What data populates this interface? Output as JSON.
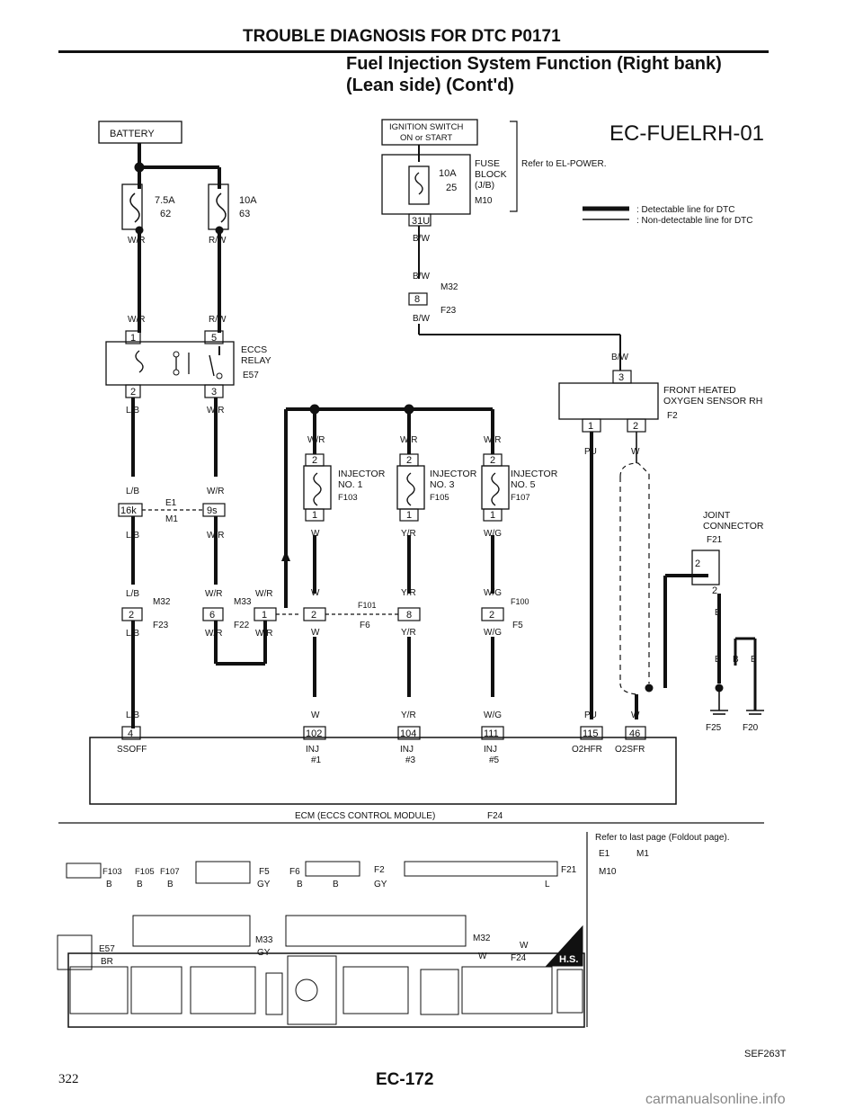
{
  "header": {
    "section_title": "TROUBLE DIAGNOSIS FOR DTC P0171",
    "subtitle_line1": "Fuel Injection System Function (Right bank)",
    "subtitle_line2": "(Lean side) (Cont'd)"
  },
  "diagram": {
    "code": "EC-FUELRH-01",
    "legend": {
      "detectable": ": Detectable line for DTC",
      "non_detectable": ": Non-detectable line for DTC"
    },
    "battery": "BATTERY",
    "ignition": {
      "line1": "IGNITION SWITCH",
      "line2": "ON or START"
    },
    "fuse_block": {
      "amp": "10A",
      "num": "25",
      "label1": "FUSE",
      "label2": "BLOCK",
      "label3": "(J/B)",
      "conn": "M10",
      "refer": "Refer to EL-POWER.",
      "pin": "31U"
    },
    "fuses": [
      {
        "amp": "7.5A",
        "num": "62"
      },
      {
        "amp": "10A",
        "num": "63"
      }
    ],
    "eccs_relay": {
      "line1": "ECCS",
      "line2": "RELAY",
      "conn": "E57"
    },
    "o2_sensor": {
      "line1": "FRONT HEATED",
      "line2": "OXYGEN SENSOR RH",
      "conn": "F2"
    },
    "injectors": [
      {
        "name": "INJECTOR",
        "no": "NO. 1",
        "conn": "F103"
      },
      {
        "name": "INJECTOR",
        "no": "NO. 3",
        "conn": "F105"
      },
      {
        "name": "INJECTOR",
        "no": "NO. 5",
        "conn": "F107"
      }
    ],
    "joint": {
      "line1": "JOINT",
      "line2": "CONNECTOR",
      "conn": "F21"
    },
    "wires": {
      "wr": "W/R",
      "rw": "R/W",
      "lb": "L/B",
      "bw": "B/W",
      "w": "W",
      "yr": "Y/R",
      "wg": "W/G",
      "pu": "PU",
      "b": "B"
    },
    "connectors": {
      "m32": "M32",
      "f23": "F23",
      "e1": "E1",
      "m1": "M1",
      "m33": "M33",
      "f22": "F22",
      "f101": "F101",
      "f6": "F6",
      "f100": "F100",
      "f5": "F5",
      "f25": "F25",
      "f20": "F20"
    },
    "pins": {
      "p1": "1",
      "p2": "2",
      "p3": "3",
      "p5": "5",
      "p6": "6",
      "p8": "8",
      "p16k": "16k",
      "p9s": "9s",
      "p4": "4",
      "p102": "102",
      "p104": "104",
      "p111": "111",
      "p115": "115",
      "p46": "46"
    },
    "ecm_terminals": {
      "ssoff": "SSOFF",
      "inj": "INJ",
      "n1": "#1",
      "n3": "#3",
      "n5": "#5",
      "o2hfr": "O2HFR",
      "o2sfr": "O2SFR"
    },
    "ecm_label": "ECM (ECCS CONTROL MODULE)",
    "ecm_conn": "F24",
    "foldout": {
      "text": "Refer to last page (Foldout page).",
      "e1": "E1",
      "m1": "M1",
      "m10": "M10"
    },
    "conn_views": {
      "b": "B",
      "gy": "GY",
      "l": "L",
      "br": "BR",
      "w": "W",
      "hs": "H.S.",
      "f103": "F103",
      "f105": "F105",
      "f107": "F107",
      "f5": "F5",
      "f6": "F6",
      "f2": "F2",
      "f21": "F21",
      "e57": "E57",
      "m33": "M33",
      "m32": "M32",
      "f24": "F24"
    }
  },
  "footer": {
    "ref": "SEF263T",
    "page_left": "322",
    "page_code": "EC-172",
    "watermark": "carmanualsonline.info"
  }
}
